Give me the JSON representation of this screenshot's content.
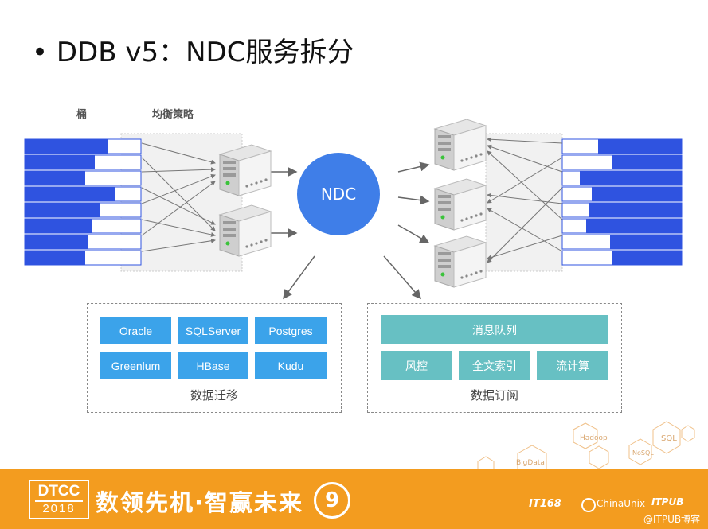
{
  "slide": {
    "title": "• DDB v5：NDC服务拆分"
  },
  "diagram": {
    "bucket_label": "桶",
    "strategy_label": "均衡策略",
    "center_node": "NDC",
    "left_bucket_fill": [
      0.72,
      0.6,
      0.52,
      0.78,
      0.65,
      0.58,
      0.55,
      0.52
    ],
    "right_bucket_fill": [
      0.7,
      0.58,
      0.85,
      0.75,
      0.78,
      0.8,
      0.6,
      0.58
    ]
  },
  "migration": {
    "caption": "数据迁移",
    "targets": [
      "Oracle",
      "SQLServer",
      "Postgres",
      "Greenlum",
      "HBase",
      "Kudu"
    ]
  },
  "subscription": {
    "caption": "数据订阅",
    "queue_label": "消息队列",
    "consumers": [
      "风控",
      "全文索引",
      "流计算"
    ]
  },
  "background_tags": [
    "Hadoop",
    "SQL",
    "NoSQL",
    "BigData"
  ],
  "footer": {
    "logo_text": "DTCC",
    "logo_year": "2018",
    "slogan": "数领先机·智赢未来",
    "badge": "9",
    "sponsors": [
      "IT168",
      "ChinaUnix",
      "ITPUB"
    ],
    "watermark": "@ITPUB博客"
  },
  "colors": {
    "accent_blue": "#3f7ee8",
    "bucket_blue": "#2f53e0",
    "tile_blue": "#3ba3ea",
    "tile_teal": "#67c0c3",
    "footer_orange": "#f39c1f"
  }
}
